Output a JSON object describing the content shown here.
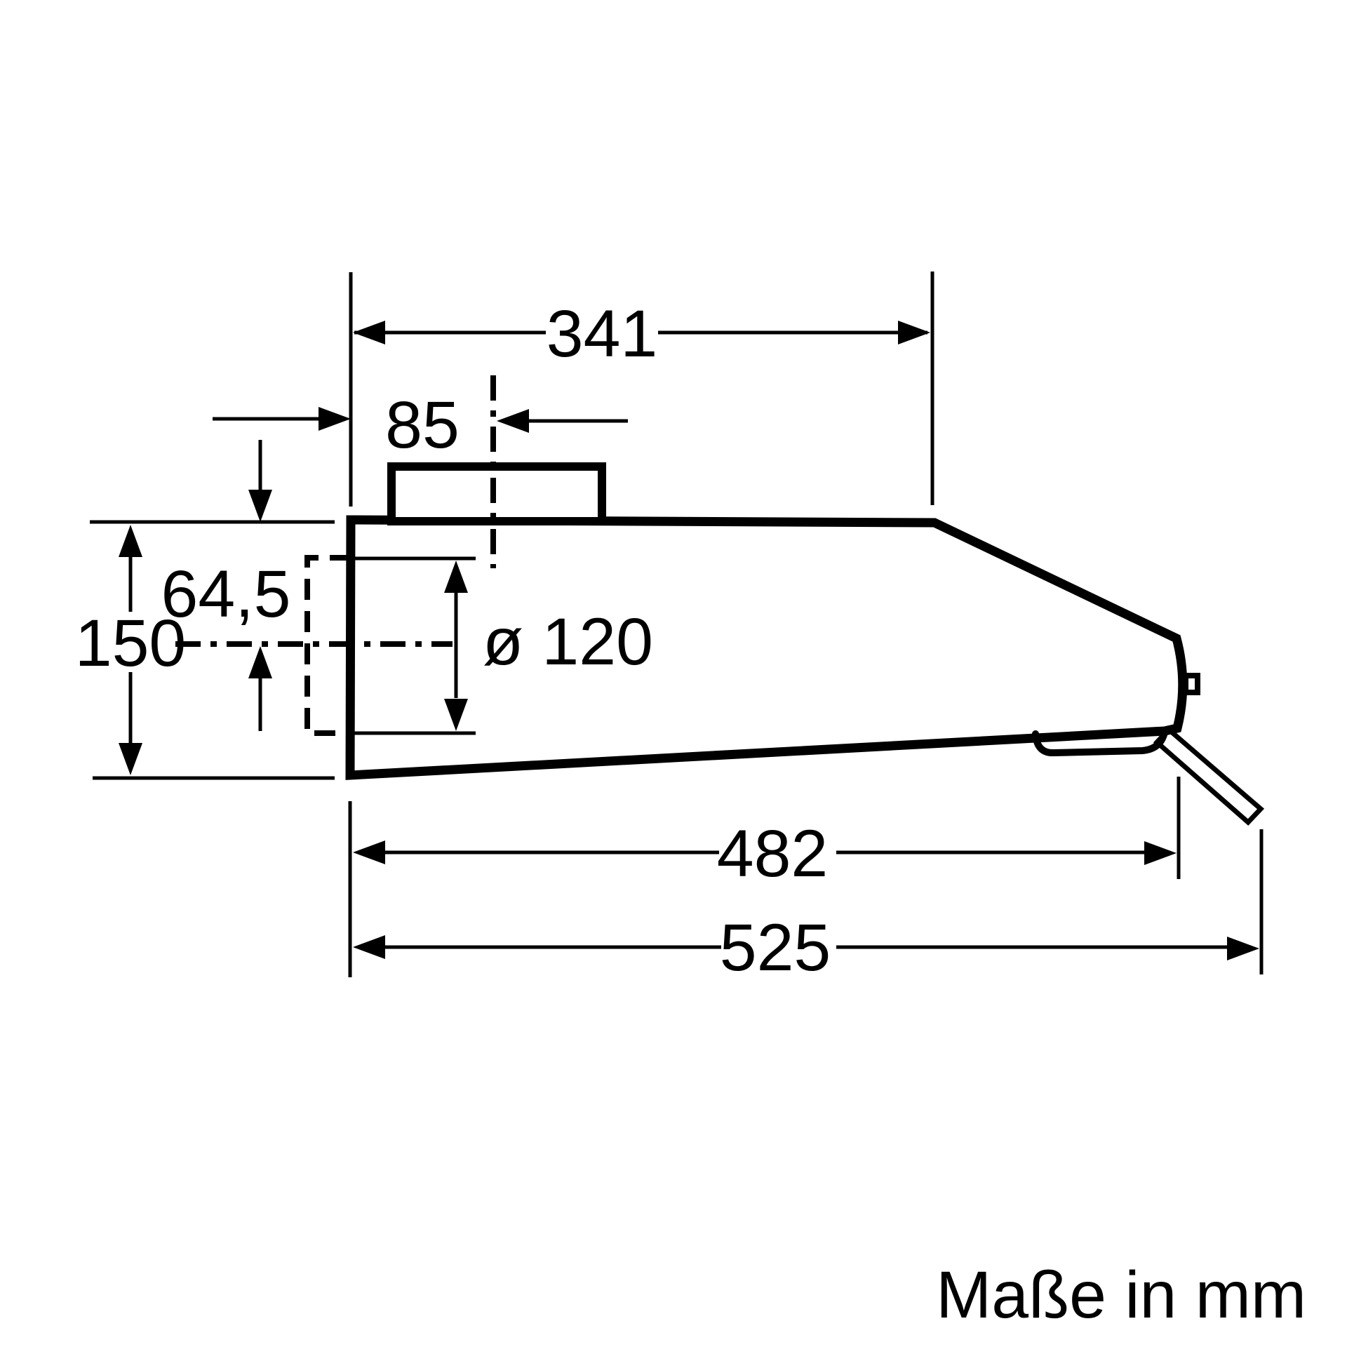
{
  "diagram": {
    "type": "technical-dimension-drawing",
    "subject": "cooker-hood side view with mounting dimensions",
    "caption": "Maße in mm",
    "colors": {
      "line": "#000000",
      "background": "#ffffff"
    },
    "dims": {
      "top_width": "341",
      "duct_center_offset": "85",
      "outlet_center_from_top": "64,5",
      "height": "150",
      "outlet_diameter": "ø 120",
      "depth_body": "482",
      "depth_total": "525"
    }
  }
}
